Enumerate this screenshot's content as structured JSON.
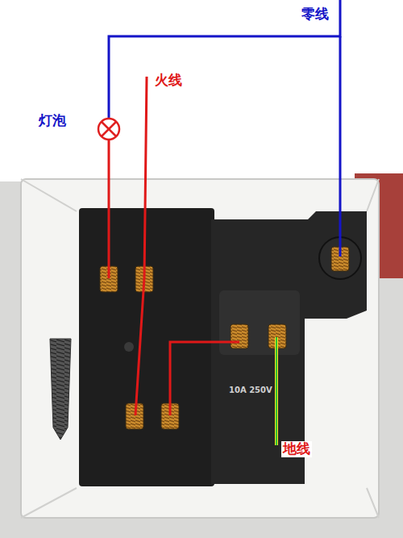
{
  "diagram": {
    "labels": [
      "零线",
      "火线",
      "灯泡",
      "地线",
      "10A 250V"
    ]
  }
}
